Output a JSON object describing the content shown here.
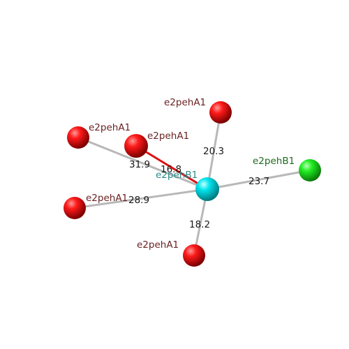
{
  "colors": {
    "background": "#ffffff",
    "center_atom": "#00e5ee",
    "ligand_atom_red": "#ff1a1a",
    "ligand_atom_green": "#22ee22",
    "bond": "#c8c8c8",
    "highlight_bond": "#e01010",
    "label_red_atoms": "#6b2222",
    "label_center_atom": "#2a8a8a",
    "label_green_atom": "#1e6b1e"
  },
  "center_atom": {
    "label": "e2pehB1",
    "color": "cyan"
  },
  "ligands": [
    {
      "id": "top",
      "label": "e2pehA1",
      "color": "red",
      "distance": "20.3"
    },
    {
      "id": "upper-left",
      "label": "e2pehA1",
      "color": "red",
      "distance": "31.9"
    },
    {
      "id": "center-left",
      "label": "e2pehA1",
      "color": "red",
      "distance": "16.8"
    },
    {
      "id": "left",
      "label": "e2pehA1",
      "color": "red",
      "distance": "28.9"
    },
    {
      "id": "bottom",
      "label": "e2pehA1",
      "color": "red",
      "distance": "18.2"
    },
    {
      "id": "right",
      "label": "e2pehB1",
      "color": "green",
      "distance": "23.7"
    }
  ]
}
